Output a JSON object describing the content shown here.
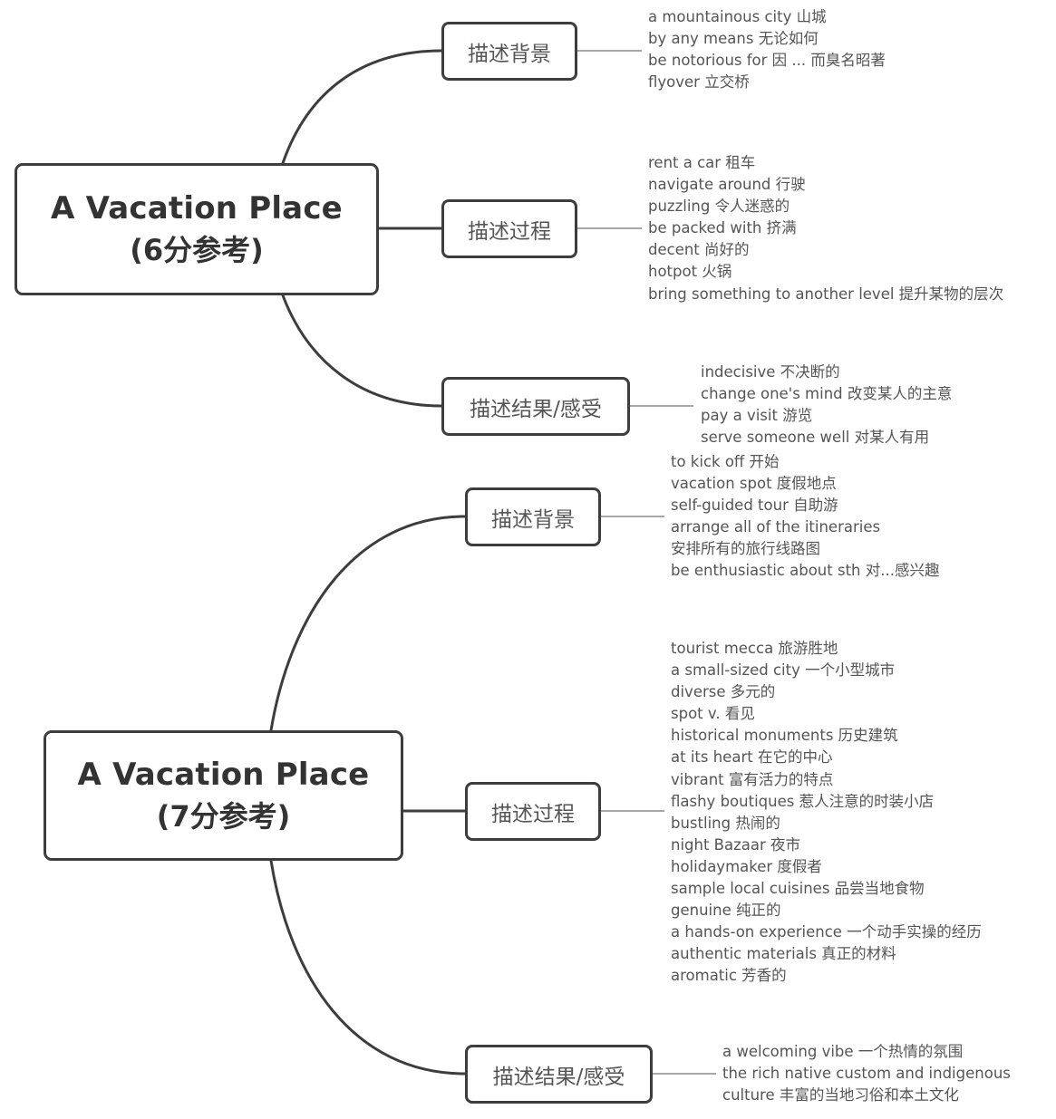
{
  "maps": [
    {
      "root": {
        "title": "A Vacation Place",
        "subtitle": "(6分参考)"
      },
      "branches": [
        {
          "label": "描述背景",
          "items": [
            "a mountainous city 山城",
            "by any means 无论如何",
            "be notorious for 因 ... 而臭名昭著",
            "flyover 立交桥"
          ]
        },
        {
          "label": "描述过程",
          "items": [
            "rent a car 租车",
            "navigate around 行驶",
            "puzzling 令人迷惑的",
            "be packed with 挤满",
            "decent 尚好的",
            "hotpot 火锅",
            "bring something to another level 提升某物的层次"
          ]
        },
        {
          "label": "描述结果/感受",
          "items": [
            "indecisive 不决断的",
            "change one's mind 改变某人的主意",
            "pay a visit 游览",
            "serve someone well 对某人有用"
          ]
        }
      ]
    },
    {
      "root": {
        "title": "A Vacation Place",
        "subtitle": "(7分参考)"
      },
      "branches": [
        {
          "label": "描述背景",
          "items": [
            "to kick off 开始",
            "vacation spot 度假地点",
            "self-guided tour 自助游",
            "arrange all of the itineraries",
            "安排所有的旅行线路图",
            "be enthusiastic about sth 对...感兴趣"
          ]
        },
        {
          "label": "描述过程",
          "items": [
            "tourist mecca 旅游胜地",
            "a small-sized city 一个小型城市",
            "diverse 多元的",
            "spot v. 看见",
            "historical monuments 历史建筑",
            "at its heart 在它的中心",
            "vibrant  富有活力的特点",
            "flashy boutiques 惹人注意的时装小店",
            "bustling 热闹的",
            "night Bazaar 夜市",
            "holidaymaker 度假者",
            "sample local cuisines 品尝当地食物",
            "genuine 纯正的",
            "a hands-on experience 一个动手实操的经历",
            "authentic materials 真正的材料",
            "aromatic 芳香的"
          ]
        },
        {
          "label": "描述结果/感受",
          "items": [
            "a welcoming vibe 一个热情的氛围",
            "the rich native custom and indigenous",
            "culture 丰富的当地习俗和本土文化"
          ]
        }
      ]
    }
  ]
}
